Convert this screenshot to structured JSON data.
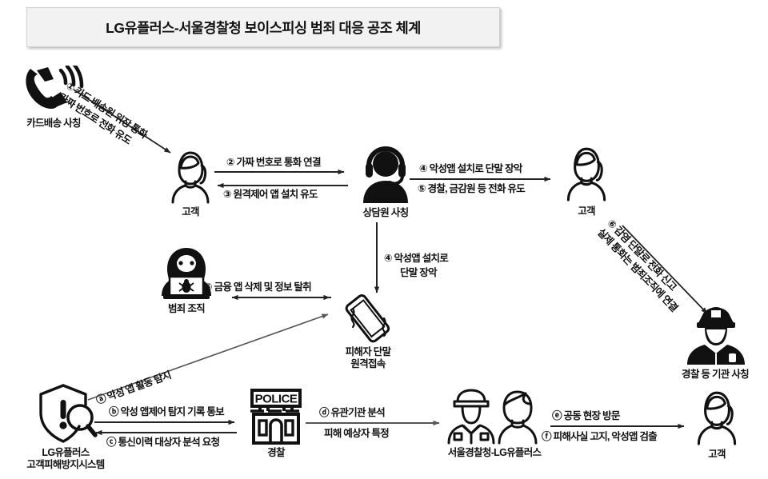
{
  "title": "LG유플러스-서울경찰청 보이스피싱 범죄 대응 공조 체계",
  "nodes": {
    "card_delivery": {
      "label": "카드배송 사칭",
      "icon": "ringing-phone-icon"
    },
    "customer_left": {
      "label": "고객",
      "icon": "female-customer-icon"
    },
    "fake_agent": {
      "label": "상담원 사칭",
      "icon": "headset-agent-icon"
    },
    "customer_right": {
      "label": "고객",
      "icon": "female-customer-icon"
    },
    "fake_police": {
      "label": "경찰 등 기관 사칭",
      "icon": "police-officer-icon"
    },
    "crime_org": {
      "label": "범죄 조직",
      "icon": "hooded-hacker-laptop-icon"
    },
    "victim_device": {
      "label_line1": "피해자 단말",
      "label_line2": "원격접속",
      "icon": "vibrating-phone-icon"
    },
    "lgu_system": {
      "label_line1": "LG유플러스",
      "label_line2": "고객피해방지시스템",
      "icon": "shield-magnifier-icon"
    },
    "police_station": {
      "label": "경찰",
      "icon": "police-station-icon",
      "sign": "POLICE"
    },
    "joint_team": {
      "label": "서울경찰청-LG유플러스",
      "icon": "officer-and-staff-icon"
    },
    "customer_bottom": {
      "label": "고객",
      "icon": "female-customer-icon"
    }
  },
  "flows": {
    "f1_top": "① 카드 배송원 위장 통화",
    "f1_bottom": "가짜 번호로 전화 유도",
    "f2": "② 가짜 번호로 통화 연결",
    "f3": "③ 원격제어 앱 설치 유도",
    "f4_right_top": "④ 악성앱 설치로 단말 장악",
    "f5_right_bottom": "⑤ 경찰, 금감원 등 전화 유도",
    "f6_top": "⑥ 감염 단말로 전화 신고",
    "f6_bottom": "실제 통화는 범죄조직에 연결",
    "f4_down_line1": "④ 악성앱 설치로",
    "f4_down_line2": "단말 장악",
    "f5_mid": "⑤ 금융 앱 삭제 및 정보 탈취",
    "fa_diag": "ⓐ 악성 앱 활동 탐지",
    "fb_top": "ⓑ 악성 앱제어 탐지 기록 통보",
    "fc_bottom": "ⓒ 통신이력 대상자 분석 요청",
    "fd_top": "ⓓ 유관기관 분석",
    "fd_bottom": "피해 예상자 특정",
    "fe_top": "ⓔ 공동 현장 방문",
    "ff_bottom": "ⓕ 피해사실 고지, 악성앱 검출"
  },
  "colors": {
    "ink": "#111111",
    "line": "#333333",
    "line_light": "#555555",
    "title_bg": "#f2f2f2",
    "title_border": "#cfcfcf",
    "page_bg": "#ffffff"
  }
}
